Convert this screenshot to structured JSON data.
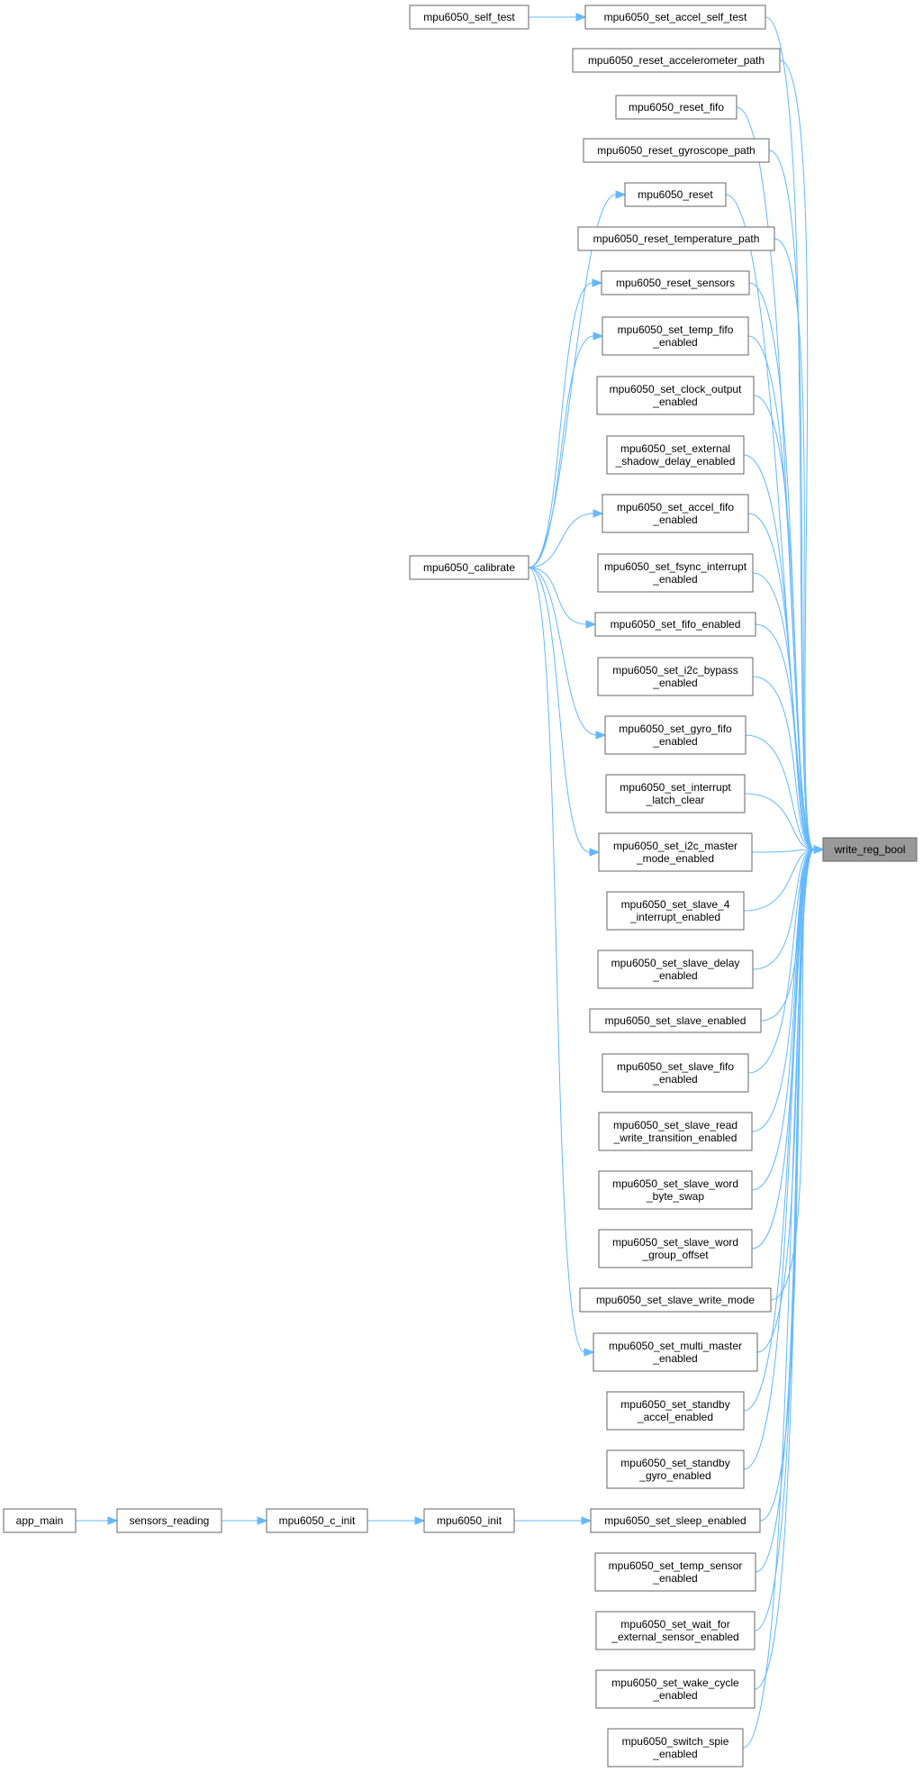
{
  "graph": {
    "target": "t",
    "nodes": [
      {
        "id": "t",
        "label": [
          "write_reg_bool"
        ]
      },
      {
        "id": "n0",
        "label": [
          "mpu6050_set_accel_self_test"
        ]
      },
      {
        "id": "n1",
        "label": [
          "mpu6050_reset_accelerometer_path"
        ]
      },
      {
        "id": "n2",
        "label": [
          "mpu6050_reset_fifo"
        ]
      },
      {
        "id": "n3",
        "label": [
          "mpu6050_reset_gyroscope_path"
        ]
      },
      {
        "id": "n4",
        "label": [
          "mpu6050_reset"
        ]
      },
      {
        "id": "n5",
        "label": [
          "mpu6050_reset_temperature_path"
        ]
      },
      {
        "id": "n6",
        "label": [
          "mpu6050_reset_sensors"
        ]
      },
      {
        "id": "n7",
        "label": [
          "mpu6050_set_temp_fifo",
          "_enabled"
        ]
      },
      {
        "id": "n8",
        "label": [
          "mpu6050_set_clock_output",
          "_enabled"
        ]
      },
      {
        "id": "n9",
        "label": [
          "mpu6050_set_external",
          "_shadow_delay_enabled"
        ]
      },
      {
        "id": "n10",
        "label": [
          "mpu6050_set_accel_fifo",
          "_enabled"
        ]
      },
      {
        "id": "n11",
        "label": [
          "mpu6050_set_fsync_interrupt",
          "_enabled"
        ]
      },
      {
        "id": "n12",
        "label": [
          "mpu6050_set_fifo_enabled"
        ]
      },
      {
        "id": "n13",
        "label": [
          "mpu6050_set_i2c_bypass",
          "_enabled"
        ]
      },
      {
        "id": "n14",
        "label": [
          "mpu6050_set_gyro_fifo",
          "_enabled"
        ]
      },
      {
        "id": "n15",
        "label": [
          "mpu6050_set_interrupt",
          "_latch_clear"
        ]
      },
      {
        "id": "n16",
        "label": [
          "mpu6050_set_i2c_master",
          "_mode_enabled"
        ]
      },
      {
        "id": "n17",
        "label": [
          "mpu6050_set_slave_4",
          "_interrupt_enabled"
        ]
      },
      {
        "id": "n18",
        "label": [
          "mpu6050_set_slave_delay",
          "_enabled"
        ]
      },
      {
        "id": "n19",
        "label": [
          "mpu6050_set_slave_enabled"
        ]
      },
      {
        "id": "n20",
        "label": [
          "mpu6050_set_slave_fifo",
          "_enabled"
        ]
      },
      {
        "id": "n21",
        "label": [
          "mpu6050_set_slave_read",
          "_write_transition_enabled"
        ]
      },
      {
        "id": "n22",
        "label": [
          "mpu6050_set_slave_word",
          "_byte_swap"
        ]
      },
      {
        "id": "n23",
        "label": [
          "mpu6050_set_slave_word",
          "_group_offset"
        ]
      },
      {
        "id": "n24",
        "label": [
          "mpu6050_set_slave_write_mode"
        ]
      },
      {
        "id": "n25",
        "label": [
          "mpu6050_set_multi_master",
          "_enabled"
        ]
      },
      {
        "id": "n26",
        "label": [
          "mpu6050_set_standby",
          "_accel_enabled"
        ]
      },
      {
        "id": "n27",
        "label": [
          "mpu6050_set_standby",
          "_gyro_enabled"
        ]
      },
      {
        "id": "n28",
        "label": [
          "mpu6050_set_sleep_enabled"
        ]
      },
      {
        "id": "n29",
        "label": [
          "mpu6050_set_temp_sensor",
          "_enabled"
        ]
      },
      {
        "id": "n30",
        "label": [
          "mpu6050_set_wait_for",
          "_external_sensor_enabled"
        ]
      },
      {
        "id": "n31",
        "label": [
          "mpu6050_set_wake_cycle",
          "_enabled"
        ]
      },
      {
        "id": "n32",
        "label": [
          "mpu6050_switch_spie",
          "_enabled"
        ]
      },
      {
        "id": "st",
        "label": [
          "mpu6050_self_test"
        ]
      },
      {
        "id": "cal",
        "label": [
          "mpu6050_calibrate"
        ]
      },
      {
        "id": "ini",
        "label": [
          "mpu6050_init"
        ]
      },
      {
        "id": "cinit",
        "label": [
          "mpu6050_c_init"
        ]
      },
      {
        "id": "sr",
        "label": [
          "sensors_reading"
        ]
      },
      {
        "id": "app",
        "label": [
          "app_main"
        ]
      }
    ],
    "edges": [
      [
        "n0",
        "t"
      ],
      [
        "n1",
        "t"
      ],
      [
        "n2",
        "t"
      ],
      [
        "n3",
        "t"
      ],
      [
        "n4",
        "t"
      ],
      [
        "n5",
        "t"
      ],
      [
        "n6",
        "t"
      ],
      [
        "n7",
        "t"
      ],
      [
        "n8",
        "t"
      ],
      [
        "n9",
        "t"
      ],
      [
        "n10",
        "t"
      ],
      [
        "n11",
        "t"
      ],
      [
        "n12",
        "t"
      ],
      [
        "n13",
        "t"
      ],
      [
        "n14",
        "t"
      ],
      [
        "n15",
        "t"
      ],
      [
        "n16",
        "t"
      ],
      [
        "n17",
        "t"
      ],
      [
        "n18",
        "t"
      ],
      [
        "n19",
        "t"
      ],
      [
        "n20",
        "t"
      ],
      [
        "n21",
        "t"
      ],
      [
        "n22",
        "t"
      ],
      [
        "n23",
        "t"
      ],
      [
        "n24",
        "t"
      ],
      [
        "n25",
        "t"
      ],
      [
        "n26",
        "t"
      ],
      [
        "n27",
        "t"
      ],
      [
        "n28",
        "t"
      ],
      [
        "n29",
        "t"
      ],
      [
        "n30",
        "t"
      ],
      [
        "n31",
        "t"
      ],
      [
        "n32",
        "t"
      ],
      [
        "st",
        "n0"
      ],
      [
        "cal",
        "n4"
      ],
      [
        "cal",
        "n6"
      ],
      [
        "cal",
        "n7"
      ],
      [
        "cal",
        "n10"
      ],
      [
        "cal",
        "n12"
      ],
      [
        "cal",
        "n14"
      ],
      [
        "cal",
        "n16"
      ],
      [
        "cal",
        "n25"
      ],
      [
        "ini",
        "n28"
      ],
      [
        "cinit",
        "ini"
      ],
      [
        "sr",
        "cinit"
      ],
      [
        "app",
        "sr"
      ]
    ]
  }
}
